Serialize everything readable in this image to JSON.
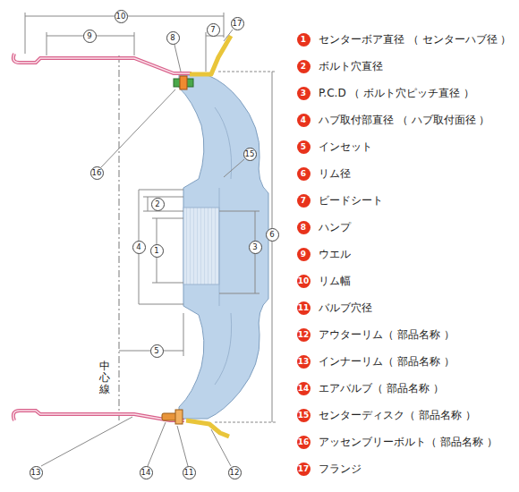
{
  "diagram": {
    "labels": [
      "1",
      "センターボア直径 （ センターハブ径 ）",
      "2",
      "ボルト穴直径",
      "3",
      "P.C.D （ ボルト穴ピッチ直径 ）",
      "4",
      "ハブ取付部直径 （ ハブ取付面径 ）",
      "5",
      "インセット",
      "6",
      "リム径",
      "7",
      "ビードシート",
      "8",
      "ハンプ",
      "9",
      "ウエル",
      "10",
      "リム幅",
      "11",
      "バルブ穴径",
      "12",
      "アウターリム（ 部品名称 ）",
      "13",
      "インナーリム（ 部品名称 ）",
      "14",
      "エアバルブ（ 部品名称 ）",
      "15",
      "センターディスク（ 部品名称 ）",
      "16",
      "アッセンブリーボルト（ 部品名称 ）",
      "17",
      "フランジ",
      "10",
      "9",
      "8",
      "7",
      "17",
      "16",
      "15",
      "2",
      "4",
      "1",
      "3",
      "6",
      "5",
      "中心線",
      "13",
      "14",
      "11",
      "12"
    ]
  }
}
